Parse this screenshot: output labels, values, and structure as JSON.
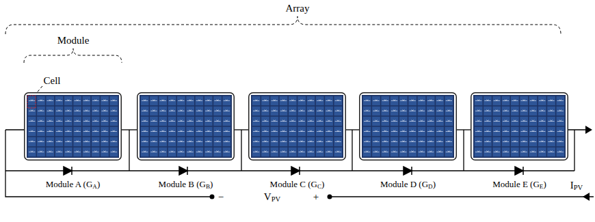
{
  "diagram": {
    "nodes": [
      {
        "text": [
          "Module A (GA)"
        ]
      },
      {
        "text": [
          "Module B (GB)"
        ]
      },
      {
        "text": [
          "Module C (GC)"
        ]
      },
      {
        "text": [
          "Module D (GD)"
        ]
      },
      {
        "text": [
          "Module E (GE)"
        ]
      }
    ],
    "edges": [
      {
        "from": 0,
        "to": 1,
        "arrow": "none"
      },
      {
        "from": 1,
        "to": 2,
        "arrow": "none"
      },
      {
        "from": 2,
        "to": 3,
        "arrow": "none"
      },
      {
        "from": 3,
        "to": 4,
        "arrow": "none"
      }
    ],
    "labels": [
      "Array",
      "Module",
      "Cell",
      "−",
      "VPV",
      "+",
      "IPV"
    ]
  }
}
